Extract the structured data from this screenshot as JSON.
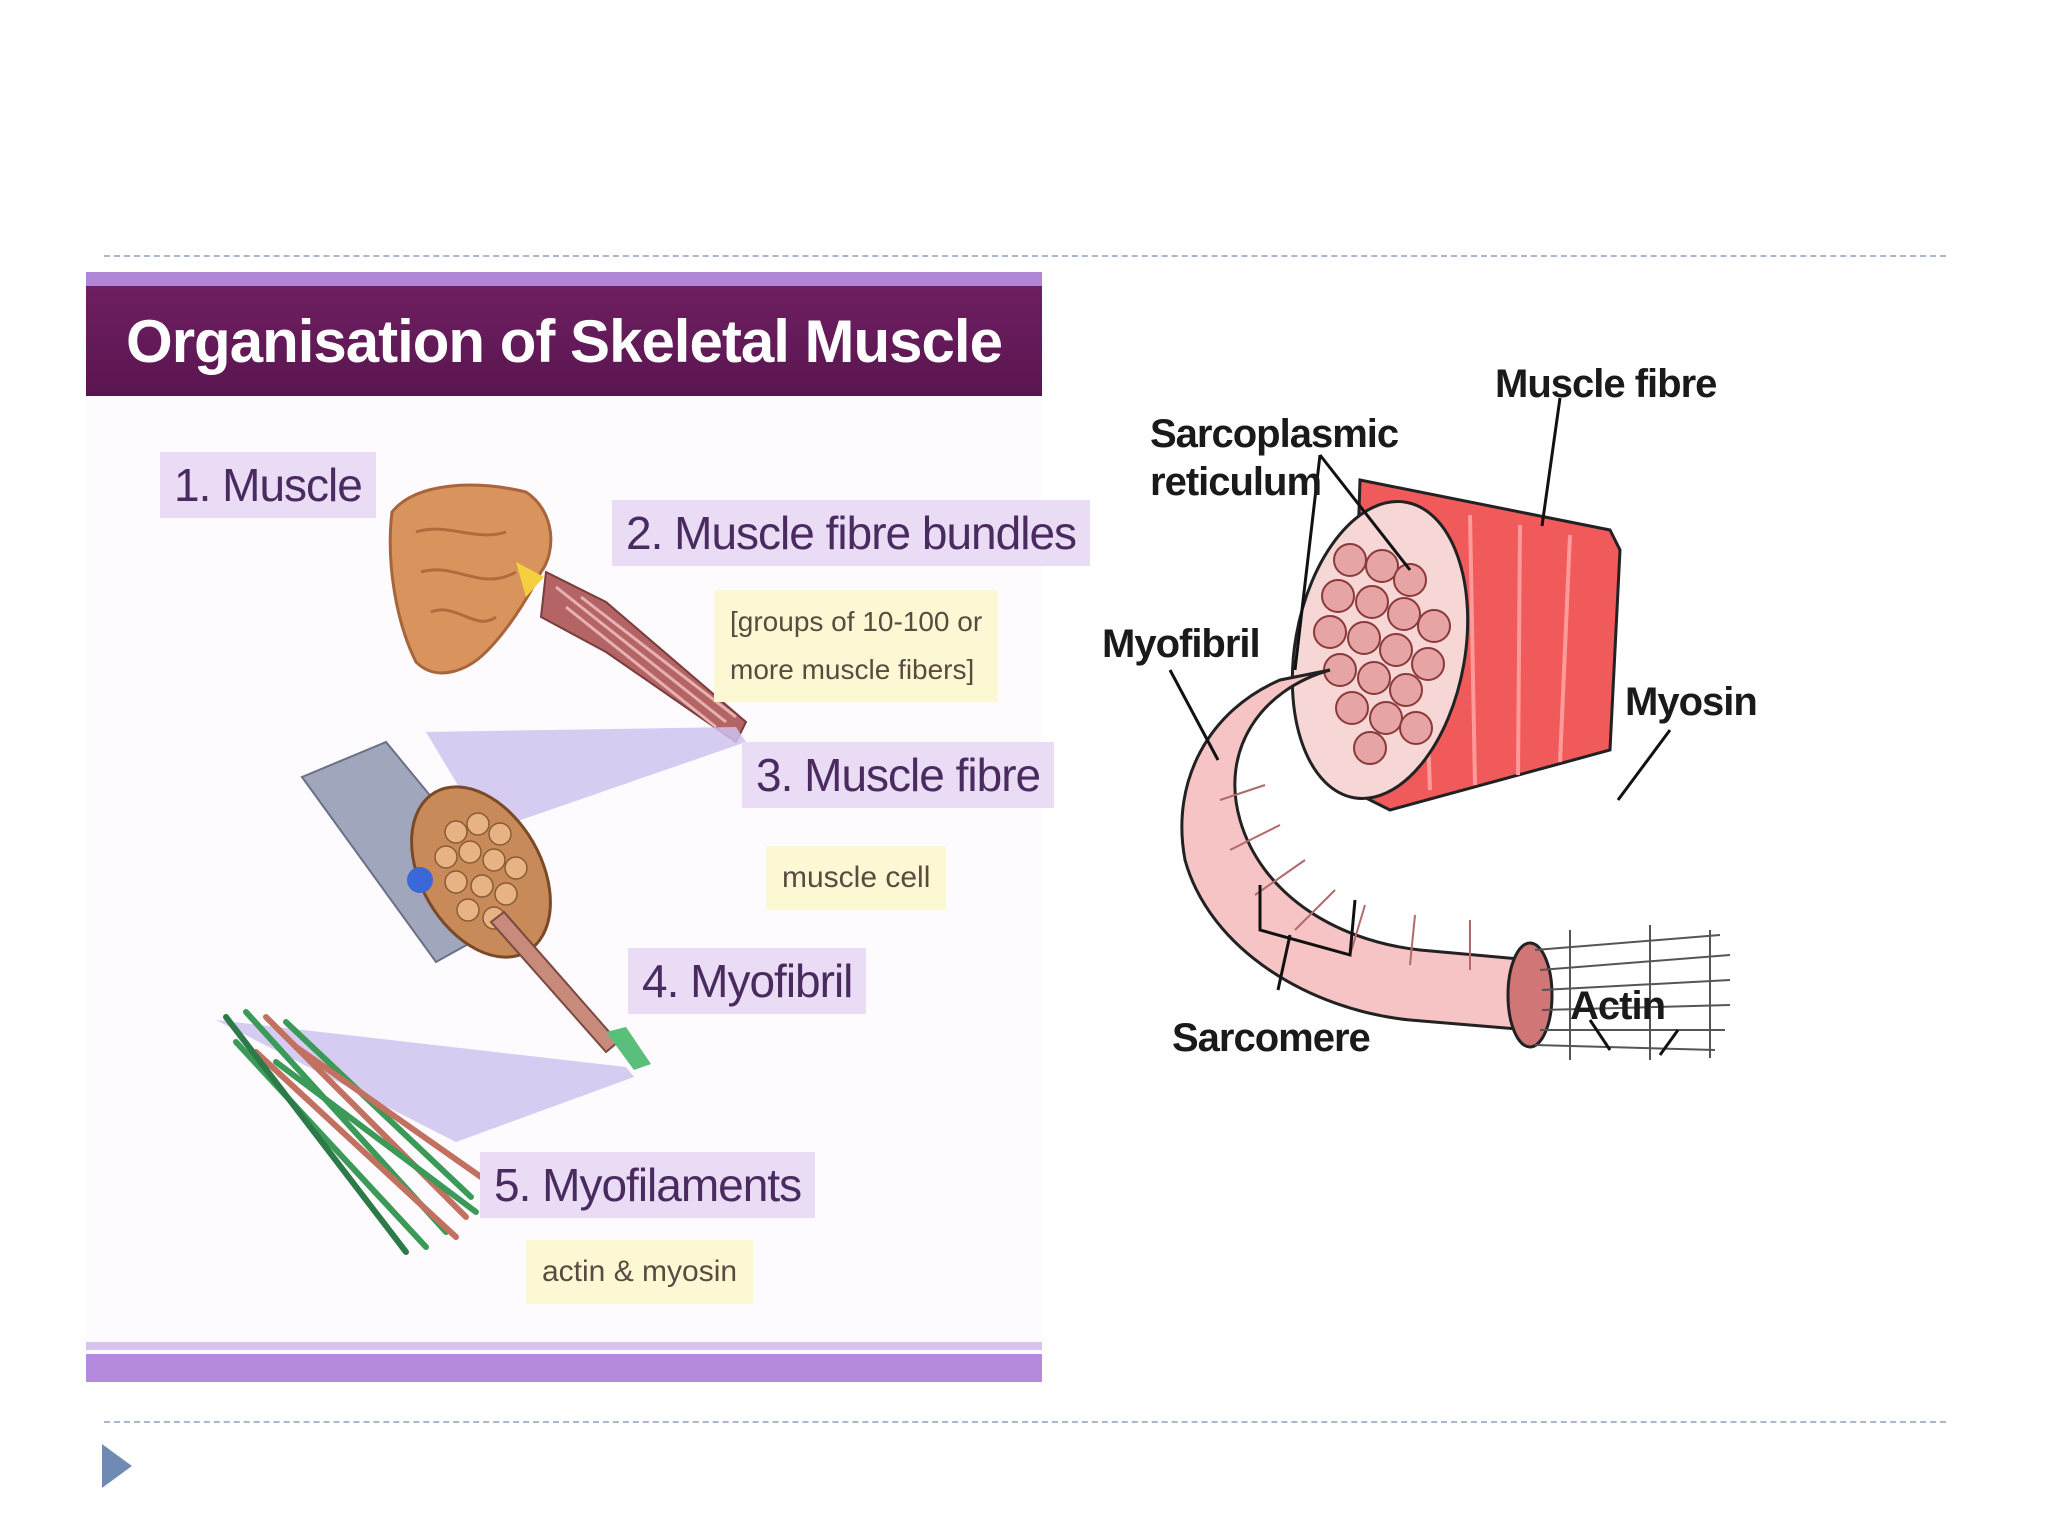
{
  "left_panel": {
    "title": "Organisation of Skeletal Muscle",
    "levels": [
      {
        "label": "1. Muscle"
      },
      {
        "label": "2. Muscle fibre bundles",
        "note_lines": [
          "[groups of 10-100 or",
          "more muscle fibers]"
        ]
      },
      {
        "label": "3. Muscle fibre",
        "note_lines": [
          "muscle cell"
        ]
      },
      {
        "label": "4. Myofibril"
      },
      {
        "label": "5. Myofilaments",
        "note_lines": [
          "actin & myosin"
        ]
      }
    ],
    "colors": {
      "title_bar": "#5e1855",
      "accent_band": "#b589de",
      "label_bg": "#eadcf5",
      "note_bg": "#fdf8d4"
    }
  },
  "right_diagram": {
    "labels": {
      "muscle_fibre": "Muscle fibre",
      "sarcoplasmic_line1": "Sarcoplasmic",
      "sarcoplasmic_line2": "reticulum",
      "myofibril": "Myofibril",
      "myosin": "Myosin",
      "actin": "Actin",
      "sarcomere": "Sarcomere"
    },
    "colors": {
      "fibre": "#f05a5a",
      "myofibril": "#f6c4c4",
      "outline": "#222222"
    }
  },
  "navigation": {
    "next_icon": "triangle-right-icon"
  }
}
